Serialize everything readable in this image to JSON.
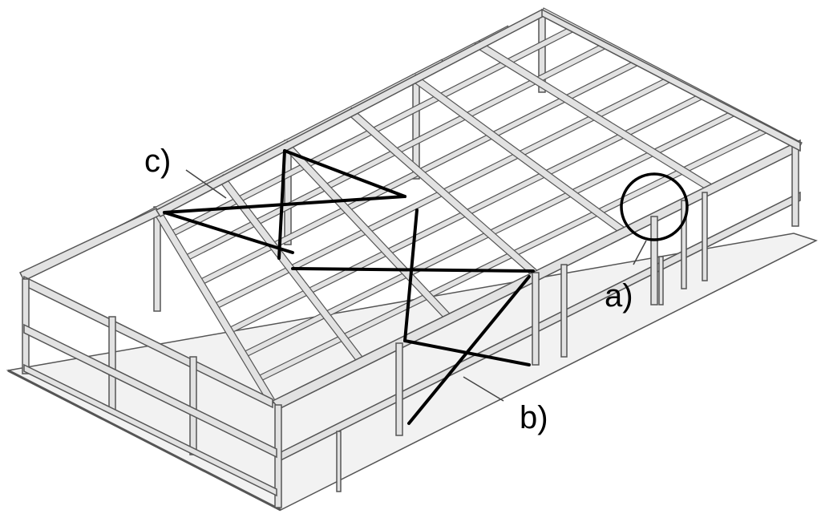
{
  "labels": {
    "a": "a)",
    "b": "b)",
    "c": "c)"
  },
  "colors": {
    "structure_outline": "#555555",
    "structure_fill": "#e2e2e2",
    "bracing": "#000000",
    "background": "#ffffff"
  }
}
